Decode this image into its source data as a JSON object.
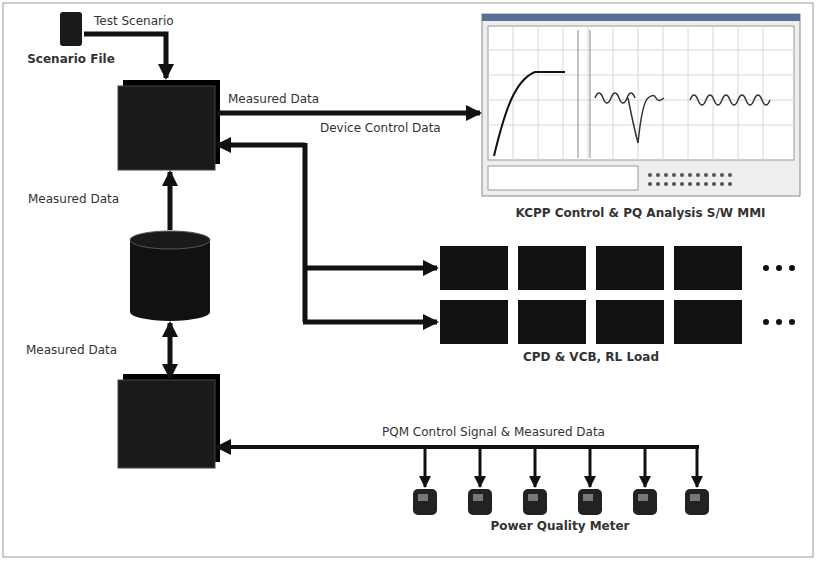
{
  "diagram": {
    "nodes": [
      {
        "text": [
          "Scenario File"
        ]
      },
      {
        "text": [
          "KCPP Control & PQ Analysis S/W MMI"
        ]
      },
      {
        "text": [
          "CPD & VCB, RL Load"
        ]
      },
      {
        "text": [
          "Power Quality Meter"
        ]
      }
    ],
    "labels": [
      "Test Scenario",
      "Measured Data",
      "Device Control Data",
      "Measured Data",
      "Measured Data",
      "PQM Control Signal & Measured Data"
    ]
  }
}
